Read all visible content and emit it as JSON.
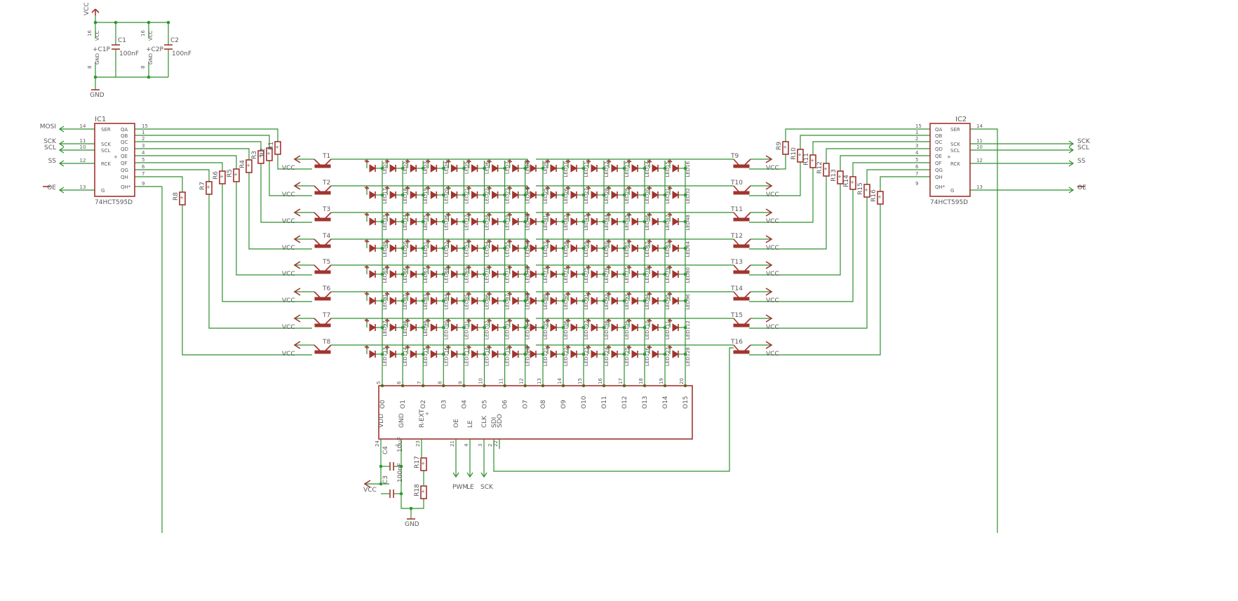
{
  "power": {
    "vcc": "VCC",
    "gnd": "GND",
    "decoupling": [
      {
        "name": "C1P",
        "cap": "C1",
        "value": "100nF",
        "pin_top": "16",
        "pin_bot": "8",
        "top": "VCC",
        "bot": "GND"
      },
      {
        "name": "C2P",
        "cap": "C2",
        "value": "100nF",
        "pin_top": "16",
        "pin_bot": "8",
        "top": "VCC",
        "bot": "GND"
      }
    ]
  },
  "ic1": {
    "name": "IC1",
    "part": "74HCT595D",
    "left_pins": [
      {
        "num": "14",
        "label": "SER",
        "net": "MOSI"
      },
      {
        "num": "11",
        "label": "SCK",
        "net": "SCK"
      },
      {
        "num": "10",
        "label": "SCL",
        "net": "SCL"
      },
      {
        "num": "12",
        "label": "RCK",
        "net": "SS"
      },
      {
        "num": "13",
        "label": "G",
        "net": "OE"
      }
    ],
    "right_pins": [
      {
        "num": "15",
        "label": "QA"
      },
      {
        "num": "1",
        "label": "QB"
      },
      {
        "num": "2",
        "label": "QC"
      },
      {
        "num": "3",
        "label": "QD"
      },
      {
        "num": "4",
        "label": "QE"
      },
      {
        "num": "5",
        "label": "QF"
      },
      {
        "num": "6",
        "label": "QG"
      },
      {
        "num": "7",
        "label": "QH"
      },
      {
        "num": "9",
        "label": "QH*"
      }
    ]
  },
  "ic2": {
    "name": "IC2",
    "part": "74HCT595D",
    "left_pins": [
      {
        "num": "15",
        "label": "QA"
      },
      {
        "num": "1",
        "label": "QB"
      },
      {
        "num": "2",
        "label": "QC"
      },
      {
        "num": "3",
        "label": "QD"
      },
      {
        "num": "4",
        "label": "QE"
      },
      {
        "num": "5",
        "label": "QF"
      },
      {
        "num": "6",
        "label": "QG"
      },
      {
        "num": "7",
        "label": "QH"
      },
      {
        "num": "9",
        "label": "QH*"
      }
    ],
    "right_pins": [
      {
        "num": "14",
        "label": "SER"
      },
      {
        "num": "11",
        "label": "SCK",
        "net": "SCK"
      },
      {
        "num": "10",
        "label": "SCL",
        "net": "SCL"
      },
      {
        "num": "12",
        "label": "RCK",
        "net": "SS"
      },
      {
        "num": "13",
        "label": "G",
        "net": "OE"
      }
    ]
  },
  "resistors_left": [
    "R1",
    "R2",
    "R3",
    "R4",
    "R5",
    "R6",
    "R7",
    "R8"
  ],
  "resistors_right": [
    "R9",
    "R10",
    "R11",
    "R12",
    "R13",
    "R14",
    "R15",
    "R16"
  ],
  "transistors_left": [
    "T1",
    "T2",
    "T3",
    "T4",
    "T5",
    "T6",
    "T7",
    "T8"
  ],
  "transistors_right": [
    "T9",
    "T10",
    "T11",
    "T12",
    "T13",
    "T14",
    "T15",
    "T16"
  ],
  "led_prefix": "LED",
  "led_rows": 8,
  "led_cols": 16,
  "driver": {
    "outputs": [
      "O0",
      "O1",
      "O2",
      "O3",
      "O4",
      "O5",
      "O6",
      "O7",
      "O8",
      "O9",
      "O10",
      "O11",
      "O12",
      "O13",
      "O14",
      "O15"
    ],
    "output_pins": [
      "5",
      "6",
      "7",
      "8",
      "9",
      "10",
      "11",
      "12",
      "13",
      "14",
      "15",
      "16",
      "17",
      "18",
      "19",
      "20"
    ],
    "bottom_labels": [
      "VDD",
      "GND",
      "R-EXT",
      "OE",
      "LE",
      "CLK",
      "SDI",
      "SDO"
    ],
    "bottom_pins": [
      "24",
      "1",
      "23",
      "21",
      "4",
      "3",
      "2",
      "22"
    ]
  },
  "bottom_parts": {
    "c3": {
      "name": "C3",
      "value": "100nF"
    },
    "c4": {
      "name": "C4",
      "value": "10uF"
    },
    "r17": "R17",
    "r18": "R18",
    "nets": [
      "PWM",
      "LE",
      "SCK"
    ]
  }
}
